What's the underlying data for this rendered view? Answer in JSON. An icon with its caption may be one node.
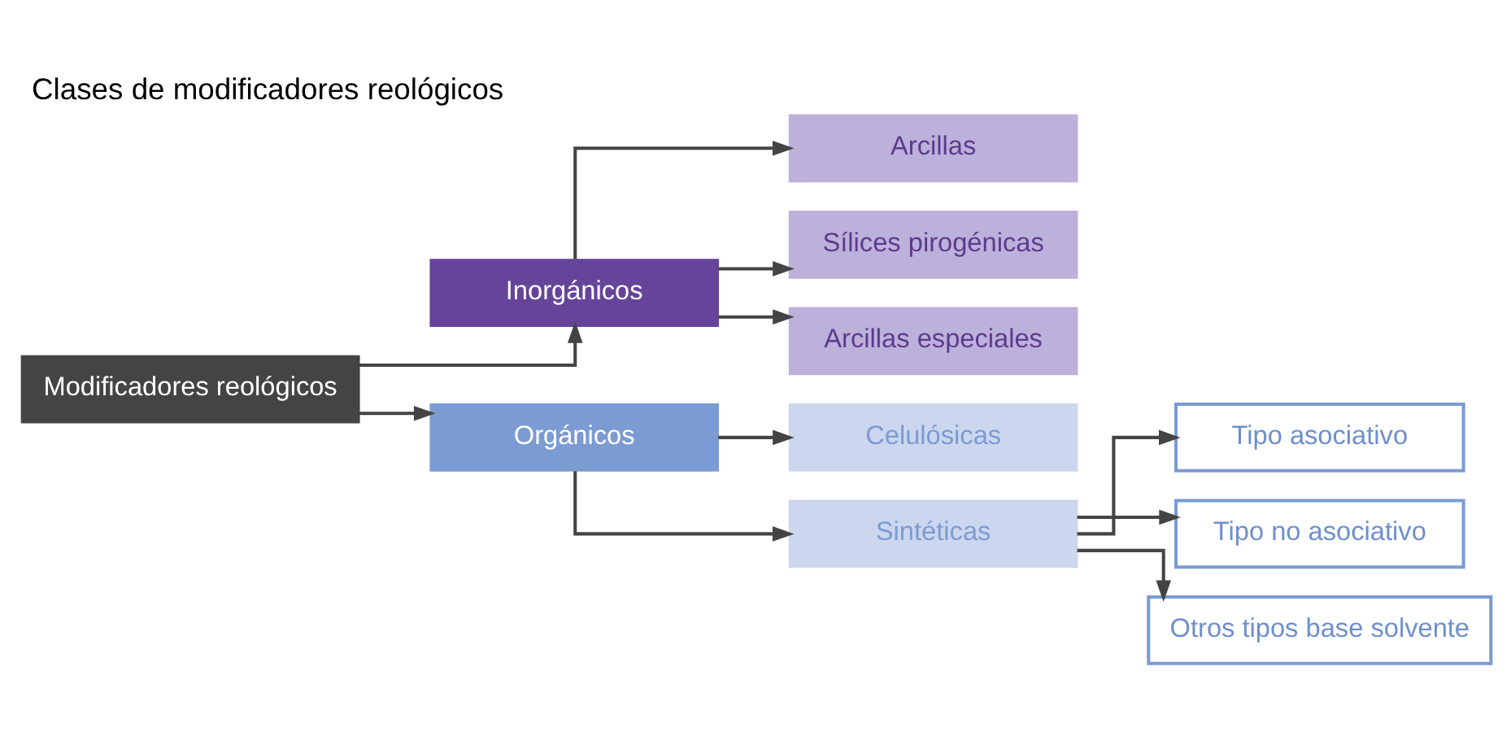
{
  "diagram": {
    "title": "Clases de modificadores reológicos",
    "nodes": [
      {
        "text": [
          "Modificadores reológicos"
        ]
      },
      {
        "text": [
          "Inorgánicos"
        ]
      },
      {
        "text": [
          "Orgánicos"
        ]
      },
      {
        "text": [
          "Arcillas"
        ]
      },
      {
        "text": [
          "Sílices pirogénicas"
        ]
      },
      {
        "text": [
          "Arcillas especiales"
        ]
      },
      {
        "text": [
          "Celulósicas"
        ]
      },
      {
        "text": [
          "Sintéticas"
        ]
      },
      {
        "text": [
          "Tipo asociativo"
        ]
      },
      {
        "text": [
          "Tipo no asociativo"
        ]
      },
      {
        "text": [
          "Otros tipos base solvente"
        ]
      }
    ],
    "edges": [
      {
        "from": 0,
        "to": 1,
        "arrow": "to"
      },
      {
        "from": 0,
        "to": 2,
        "arrow": "to"
      },
      {
        "from": 1,
        "to": 3,
        "arrow": "to"
      },
      {
        "from": 1,
        "to": 4,
        "arrow": "to"
      },
      {
        "from": 1,
        "to": 5,
        "arrow": "to"
      },
      {
        "from": 2,
        "to": 6,
        "arrow": "to"
      },
      {
        "from": 2,
        "to": 7,
        "arrow": "to"
      },
      {
        "from": 7,
        "to": 8,
        "arrow": "to"
      },
      {
        "from": 7,
        "to": 9,
        "arrow": "to"
      },
      {
        "from": 7,
        "to": 10,
        "arrow": "to"
      }
    ]
  }
}
